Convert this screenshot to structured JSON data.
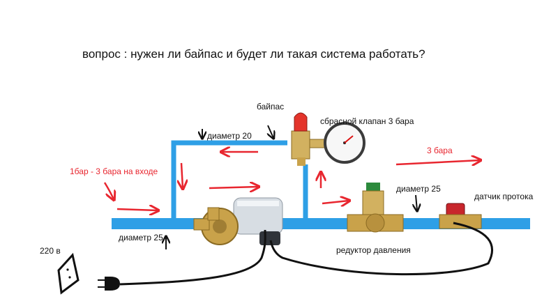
{
  "title": "вопрос : нужен ли байпас и будет ли такая система работать?",
  "labels": {
    "inlet_pressure": "1бар - 3 бара на входе",
    "bypass": "байпас",
    "diameter_20": "диаметр 20",
    "relief_valve": "сбрасной клапан 3 бара",
    "outlet_pressure": "3 бара",
    "diameter_25_right": "диаметр 25",
    "flow_sensor": "датчик протока",
    "diameter_25_left": "диаметр 25",
    "pressure_reducer": "редуктор давления",
    "voltage": "220 в"
  },
  "colors": {
    "pipe": "#2e9fe6",
    "arrow": "#e8262f",
    "brass": "#c9a24a",
    "cable": "#111111"
  },
  "icons": [
    "pump-icon",
    "relief-valve-icon",
    "pressure-gauge-icon",
    "pressure-reducer-icon",
    "flow-sensor-icon",
    "power-plug-icon",
    "wall-socket-icon"
  ]
}
